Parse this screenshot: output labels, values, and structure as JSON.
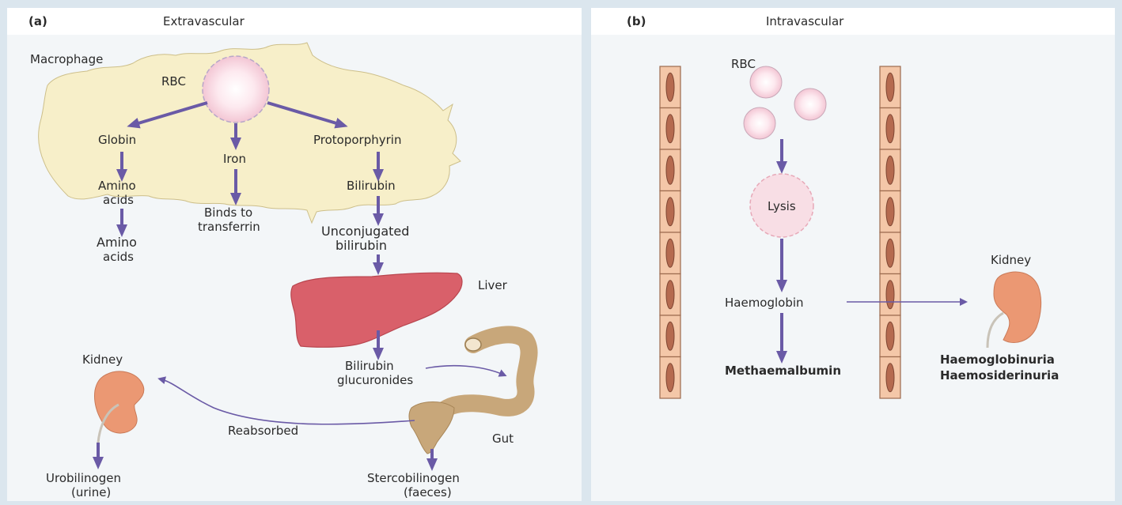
{
  "panel_a": {
    "tag": "(a)",
    "title": "Extravascular",
    "macrophage": "Macrophage",
    "rbc": "RBC",
    "globin": "Globin",
    "iron": "Iron",
    "protoporphyrin": "Protoporphyrin",
    "amino_inner_1": "Amino",
    "amino_inner_2": "acids",
    "amino_outer_1": "Amino",
    "amino_outer_2": "acids",
    "binds_1": "Binds to",
    "binds_2": "transferrin",
    "bilirubin": "Bilirubin",
    "unconj_1": "Unconjugated",
    "unconj_2": "bilirubin",
    "liver": "Liver",
    "gluc_1": "Bilirubin",
    "gluc_2": "glucuronides",
    "kidney": "Kidney",
    "reabsorbed": "Reabsorbed",
    "gut": "Gut",
    "urobil_1": "Urobilinogen",
    "urobil_2": "(urine)",
    "stercob_1": "Stercobilinogen",
    "stercob_2": "(faeces)"
  },
  "panel_b": {
    "tag": "(b)",
    "title": "Intravascular",
    "rbc": "RBC",
    "lysis": "Lysis",
    "haemoglobin": "Haemoglobin",
    "methaem": "Methaemalbumin",
    "kidney": "Kidney",
    "hburia": "Haemoglobinuria",
    "hsuria": "Haemosiderinuria"
  },
  "colors": {
    "panel_bg": "#f3f6f8",
    "header_bg": "#ffffff",
    "macrophage": "#f7efc9",
    "arrow": "#6a5aa6",
    "rbc_fill": "#fbe4ea",
    "liver": "#d9606a",
    "kidney": "#eb9873",
    "gut": "#c8a77a",
    "vessel": "#f4c7a8",
    "nucleus": "#b56a4f"
  }
}
